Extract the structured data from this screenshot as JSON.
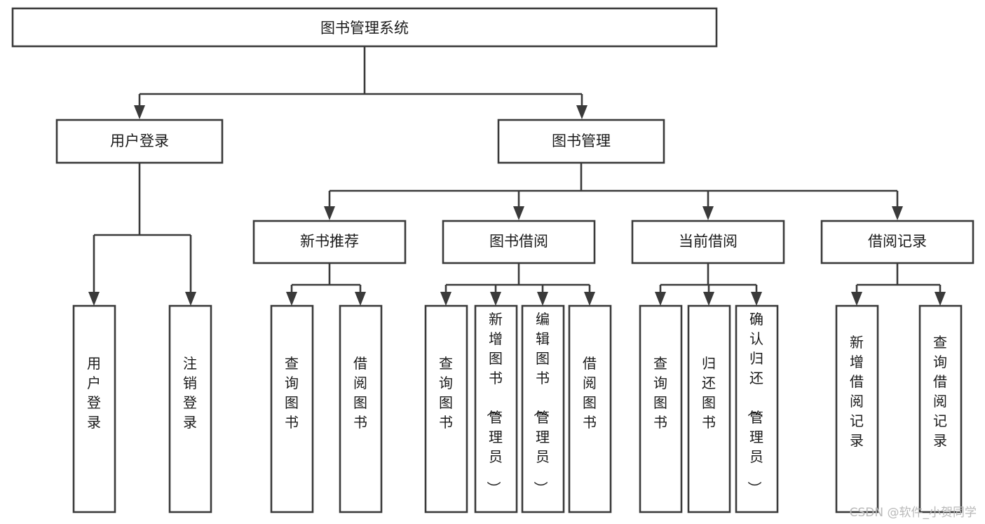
{
  "diagram": {
    "title_node": {
      "label": "图书管理系统"
    },
    "level2": [
      {
        "label": "用户登录"
      },
      {
        "label": "图书管理"
      }
    ],
    "level3": [
      {
        "label": "新书推荐"
      },
      {
        "label": "图书借阅"
      },
      {
        "label": "当前借阅"
      },
      {
        "label": "借阅记录"
      }
    ],
    "leaves": {
      "user_login": [
        {
          "label": "用户登录"
        },
        {
          "label": "注销登录"
        }
      ],
      "new_book_recommend": [
        {
          "label": "查询图书"
        },
        {
          "label": "借阅图书"
        }
      ],
      "book_borrow": [
        {
          "label": "查询图书"
        },
        {
          "label": "新增图书（管理员）"
        },
        {
          "label": "编辑图书（管理员）"
        },
        {
          "label": "借阅图书"
        }
      ],
      "current_borrow": [
        {
          "label": "查询图书"
        },
        {
          "label": "归还图书"
        },
        {
          "label": "确认归还（管理员）"
        }
      ],
      "borrow_record": [
        {
          "label": "新增借阅记录"
        },
        {
          "label": "查询借阅记录"
        }
      ]
    }
  },
  "watermark": {
    "text": "CSDN @软件_小贺同学"
  },
  "colors": {
    "stroke": "#3a3a3a",
    "fill": "#ffffff",
    "text": "#1a1a1a",
    "watermark": "#b9b9b9"
  }
}
